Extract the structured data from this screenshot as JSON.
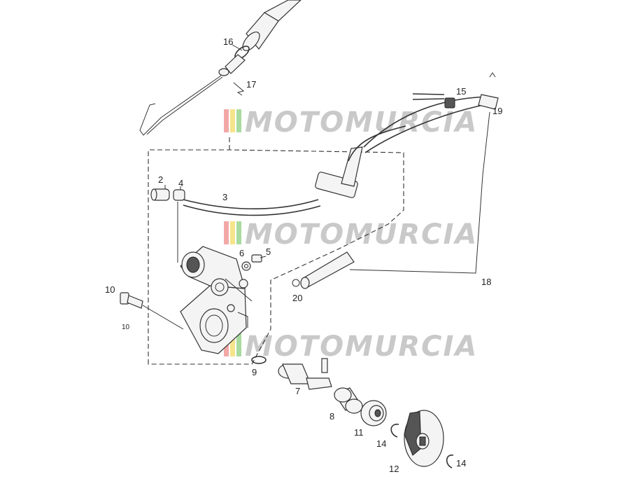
{
  "watermark": {
    "text": "MOTOMURCIA"
  },
  "callouts": [
    {
      "id": "c2",
      "text": "2"
    },
    {
      "id": "c3",
      "text": "3"
    },
    {
      "id": "c4",
      "text": "4"
    },
    {
      "id": "c5",
      "text": "5"
    },
    {
      "id": "c6",
      "text": "6"
    },
    {
      "id": "c7",
      "text": "7"
    },
    {
      "id": "c8",
      "text": "8"
    },
    {
      "id": "c9",
      "text": "9"
    },
    {
      "id": "c10",
      "text": "10"
    },
    {
      "id": "c10b",
      "text": "10"
    },
    {
      "id": "c11",
      "text": "11"
    },
    {
      "id": "c12",
      "text": "12"
    },
    {
      "id": "c14a",
      "text": "14"
    },
    {
      "id": "c14b",
      "text": "14"
    },
    {
      "id": "c15",
      "text": "15"
    },
    {
      "id": "c16",
      "text": "16"
    },
    {
      "id": "c17",
      "text": "17"
    },
    {
      "id": "c18",
      "text": "18"
    },
    {
      "id": "c19",
      "text": "19"
    },
    {
      "id": "c20",
      "text": "20"
    }
  ]
}
